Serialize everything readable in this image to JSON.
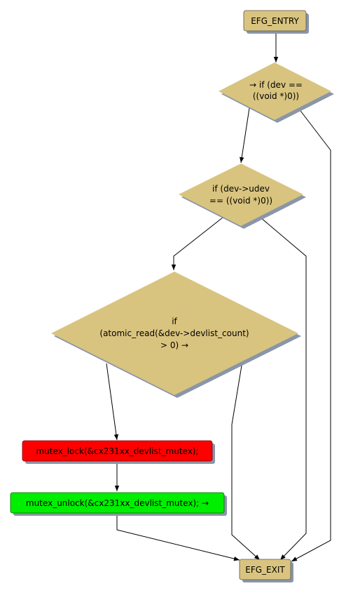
{
  "nodes": {
    "entry": {
      "label": "EFG_ENTRY"
    },
    "cond_dev": {
      "lines": [
        "→ if (dev ==",
        "((void *)0))"
      ]
    },
    "cond_udev": {
      "lines": [
        "if (dev->udev",
        "== ((void *)0))"
      ]
    },
    "cond_atomic": {
      "lines": [
        "if",
        "(atomic_read(&dev->devlist_count)",
        "> 0) →"
      ]
    },
    "mutex_lock": {
      "label": "mutex_lock(&cx231xx_devlist_mutex);"
    },
    "mutex_unlock": {
      "label": "mutex_unlock(&cx231xx_devlist_mutex); →"
    },
    "exit": {
      "label": "EFG_EXIT"
    }
  },
  "colors": {
    "diamond_fill": "#d9c47f",
    "box_fill": "#d9c47f",
    "lock_fill": "#ff0000",
    "unlock_fill": "#00ee00",
    "shadow": "#8a96a8",
    "edge": "#000000"
  }
}
